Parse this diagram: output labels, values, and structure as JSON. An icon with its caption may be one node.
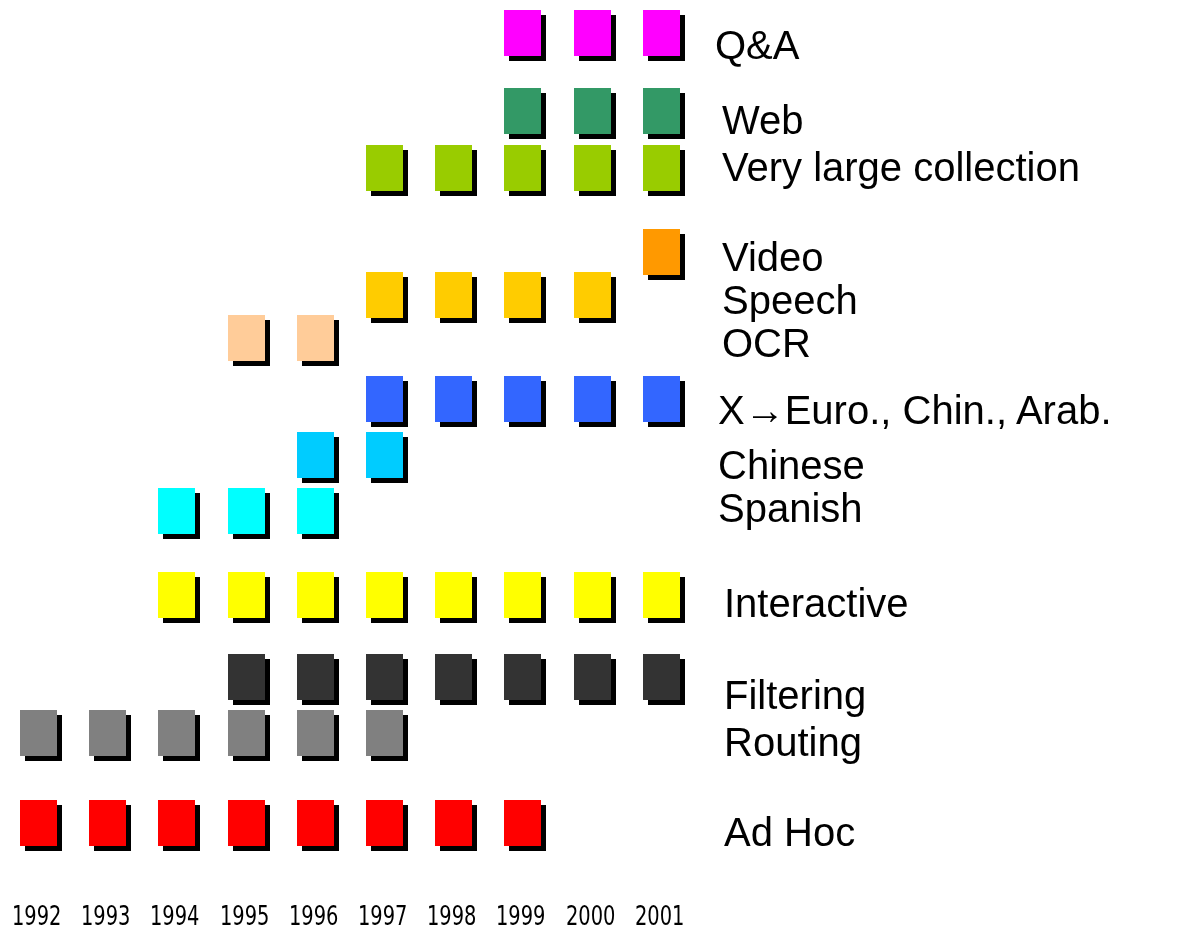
{
  "diagram": {
    "legend": [
      {
        "text": "Q&A",
        "color": "#ff00ff"
      },
      {
        "text": "Web",
        "color": "#339966"
      },
      {
        "text": "Very large collection",
        "color": "#99cc00"
      },
      {
        "text": "Video",
        "color": "#ff9900"
      },
      {
        "text": "Speech",
        "color": "#ffcc00"
      },
      {
        "text": "OCR",
        "color": "#ffcc99"
      },
      {
        "text": "X→Euro., Chin., Arab.",
        "color": "#3366ff"
      },
      {
        "text": "Chinese",
        "color": "#00ccff"
      },
      {
        "text": "Spanish",
        "color": "#00ffff"
      },
      {
        "text": "Interactive",
        "color": "#ffff00"
      },
      {
        "text": "Filtering",
        "color": "#333333"
      },
      {
        "text": "Routing",
        "color": "#808080"
      },
      {
        "text": "Ad Hoc",
        "color": "#ff0000"
      }
    ],
    "labels": [
      "1992",
      "1993",
      "1994",
      "1995",
      "1996",
      "1997",
      "1998",
      "1999",
      "2000",
      "2001"
    ]
  }
}
